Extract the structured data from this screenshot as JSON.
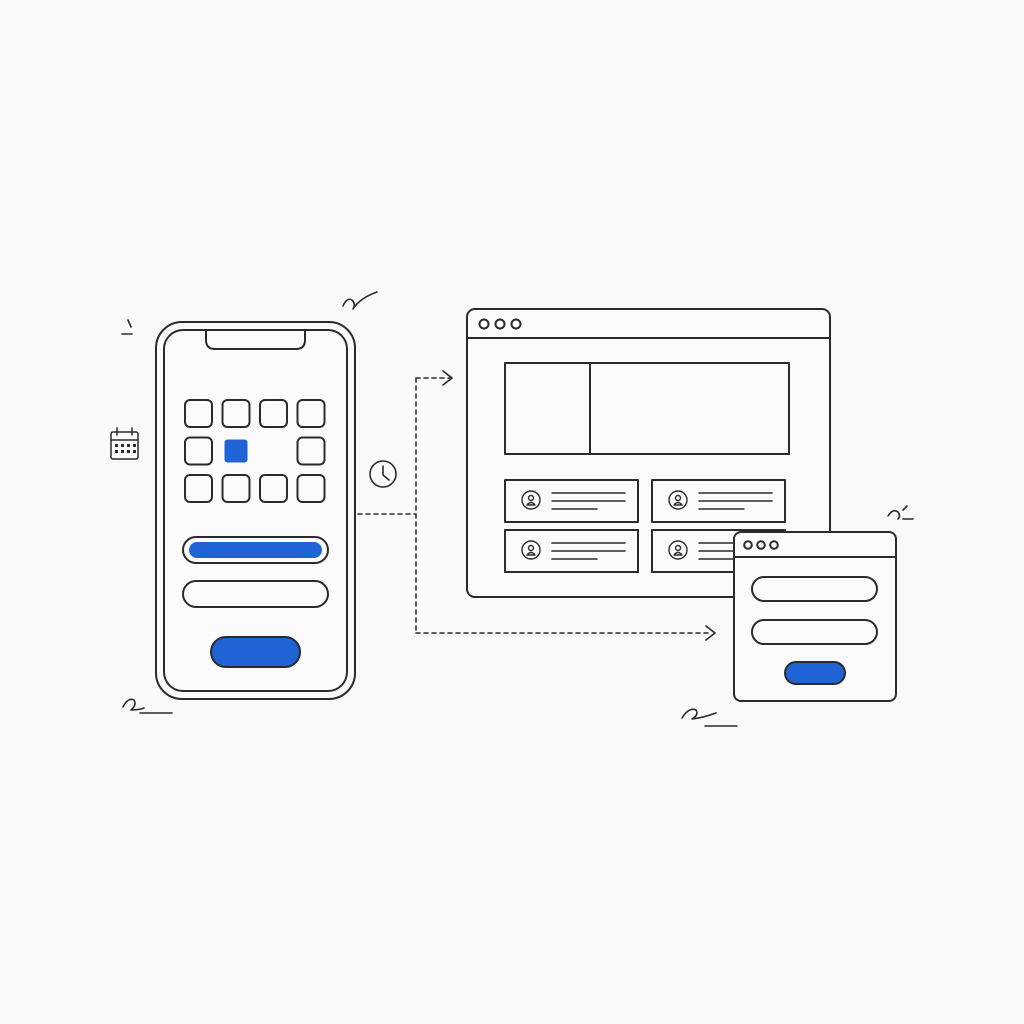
{
  "colors": {
    "background": "#f9f9f9",
    "stroke": "#2b2b2b",
    "accent": "#1f63d6",
    "panel_fill": "#fbfbfb"
  },
  "phone": {
    "grid_rows": 3,
    "grid_cols": 4,
    "selected_cell": {
      "row": 1,
      "col": 1
    },
    "hidden_cells": [
      {
        "row": 1,
        "col": 2
      }
    ],
    "input_count": 2,
    "focused_input_index": 0
  },
  "browser_window": {
    "control_dot_count": 3,
    "card_count": 4,
    "card_icon": "user-icon"
  },
  "login_window": {
    "control_dot_count": 3,
    "input_count": 2
  },
  "connectors": {
    "style": "dashed",
    "arrowheads": 2,
    "waypoint_icon": "clock-icon"
  },
  "decor_icons": [
    "calendar-icon"
  ]
}
